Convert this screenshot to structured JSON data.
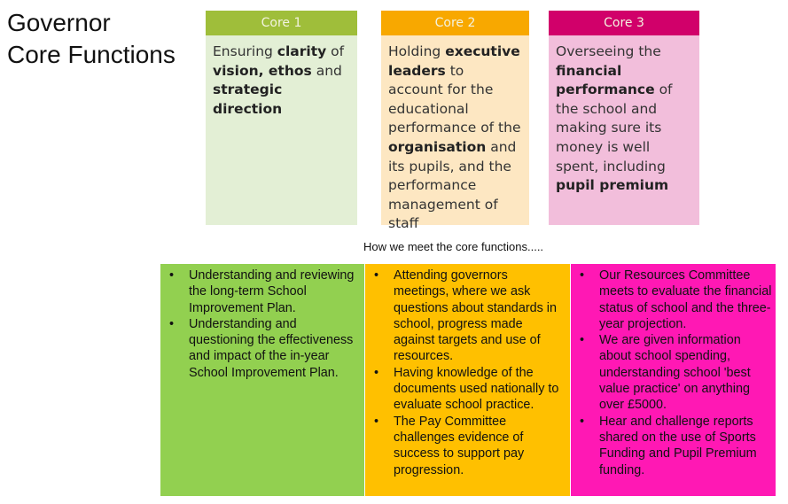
{
  "title_line1": "Governor",
  "title_line2": "Core Functions",
  "cards": [
    {
      "header": "Core 1",
      "segments": [
        {
          "t": "Ensuring ",
          "b": false
        },
        {
          "t": "clarity",
          "b": true
        },
        {
          "t": " of ",
          "b": false
        },
        {
          "t": "vision, ethos",
          "b": true
        },
        {
          "t": " and ",
          "b": false
        },
        {
          "t": "strategic direction",
          "b": true
        }
      ]
    },
    {
      "header": "Core 2",
      "segments": [
        {
          "t": "Holding ",
          "b": false
        },
        {
          "t": "executive leaders",
          "b": true
        },
        {
          "t": " to account for the educational performance of the ",
          "b": false
        },
        {
          "t": "organisation",
          "b": true
        },
        {
          "t": " and its pupils, and the performance management of staff",
          "b": false
        }
      ]
    },
    {
      "header": "Core 3",
      "segments": [
        {
          "t": "Overseeing the ",
          "b": false
        },
        {
          "t": "financial performance",
          "b": true
        },
        {
          "t": " of the school and making sure its money is well spent, including ",
          "b": false
        },
        {
          "t": "pupil premium",
          "b": true
        }
      ]
    }
  ],
  "subtitle": "How we meet the core functions.....",
  "columns": [
    {
      "items": [
        "Understanding and reviewing the long-term School Improvement Plan.",
        "Understanding and questioning the effectiveness and impact of the in-year School Improvement Plan."
      ]
    },
    {
      "items": [
        "Attending governors meetings, where we ask questions about standards in school, progress made against targets and use of resources.",
        "Having knowledge of the documents used nationally to evaluate school practice.",
        "The Pay Committee challenges evidence of success to support pay progression."
      ]
    },
    {
      "items": [
        "Our Resources Committee meets to evaluate the financial status of school and the three-year projection.",
        "We are given information about school spending, understanding school 'best value practice' on anything over £5000.",
        "Hear and challenge reports shared on the use of Sports Funding and Pupil Premium funding."
      ]
    }
  ],
  "bullet": "•"
}
